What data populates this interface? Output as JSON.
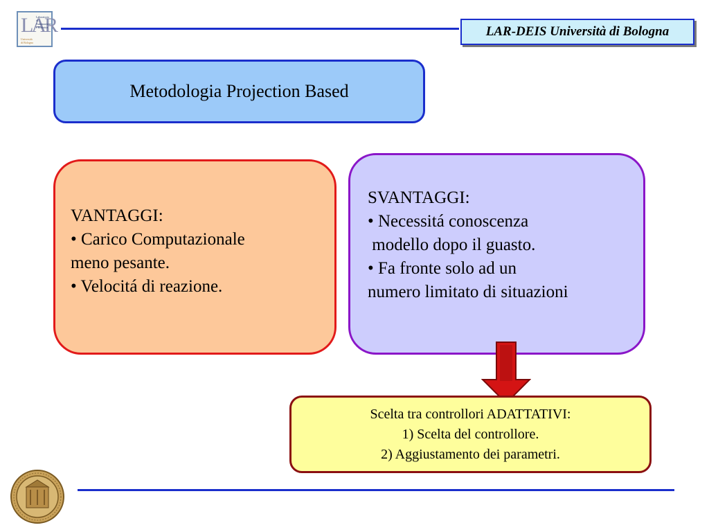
{
  "header": {
    "logo_text": "LAR",
    "logo_caption_top": "Laboratorio di Automazione e Robotica",
    "logo_caption_bottom": "Università di Bologna",
    "institution": "LAR-DEIS Università di Bologna"
  },
  "title": "Metodologia Projection Based",
  "vantaggi": {
    "lines": [
      "VANTAGGI:",
      "• Carico Computazionale",
      "meno pesante.",
      "• Velocitá di reazione."
    ]
  },
  "svantaggi": {
    "lines": [
      "SVANTAGGI:",
      "• Necessitá conoscenza",
      " modello dopo il guasto.",
      "• Fa fronte solo ad un",
      "numero limitato di situazioni"
    ]
  },
  "result": {
    "lines": [
      "Scelta tra controllori ADATTATIVI:",
      "1) Scelta del controllore.",
      "2) Aggiustamento dei parametri."
    ]
  },
  "colors": {
    "accent_blue": "#1a2ecc",
    "title_fill": "#9ccaf9",
    "vantaggi_fill": "#fdc89a",
    "vantaggi_border": "#e21a1a",
    "svantaggi_fill": "#cdcdfd",
    "svantaggi_border": "#8a16c8",
    "result_fill": "#fefe9c",
    "result_border": "#8b1010",
    "arrow": "#d41414"
  },
  "icons": {
    "logo": "lar-logo-icon",
    "seal": "university-seal-icon",
    "arrow": "down-arrow-icon"
  }
}
